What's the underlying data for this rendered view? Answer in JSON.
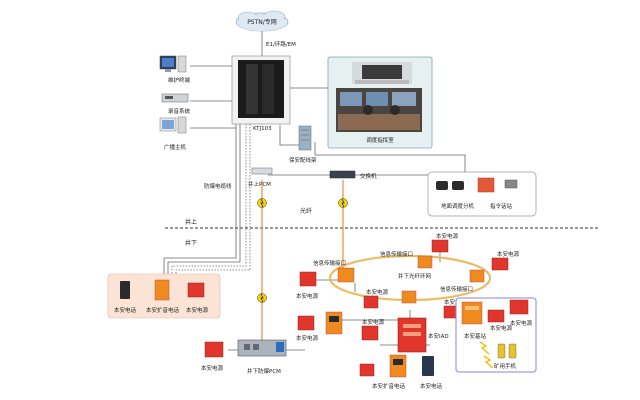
{
  "labels": {
    "pstn": "PSTN/专网",
    "e1": "E1/环路/EM",
    "maintenance_terminal": "维护终端",
    "recording_system": "录音系统",
    "broadcast_host": "广播主机",
    "ktj103": "KTJ103",
    "dispatch_room": "调度指挥室",
    "security_frame": "保安配线架",
    "explosion_proof_cable": "防爆电缆线",
    "ground_pcm": "井上PCM",
    "switch": "交换机",
    "ground_extension": "地面调度分机",
    "command_phone": "指令话站",
    "surface": "井上",
    "underground": "井下",
    "fiber": "光纤",
    "underground_ring": "井下光纤环网",
    "info_interface_1": "信息传输接口",
    "info_interface_2": "信息传输接口",
    "info_interface_3": "信息传输接口",
    "underground_pcm": "井下防爆PCM",
    "mine_handset": "矿用手机",
    "base_station": "本安基站",
    "iad": "本安IAD",
    "left_phone": "本安电话",
    "left_speaker_phone": "本安扩音电话",
    "left_power": "本安电源",
    "ps_top1": "本安电源",
    "ps_top2": "本安电源",
    "ps_left1": "本安电源",
    "ps_mid": "本安电源",
    "ps_right": "本安电源",
    "ps_bl": "本安电源",
    "ps_ml": "本安电源",
    "ps_bottom": "本安电源",
    "ps_box_left": "本安电源",
    "ps_box_right": "本安电源",
    "bottom_speaker_phone": "本安扩音电话",
    "bottom_phone": "本安电话"
  },
  "colors": {
    "line": "#6a6a6a",
    "orange_line": "#e8852a",
    "red_device": "#e0362c",
    "orange_device": "#ef8a1f",
    "panel_bg": "#e6f0f1",
    "panel_stroke": "#7fa6ad",
    "wireless_box": "#8a86d6",
    "left_box_bg": "#fbe4d6"
  }
}
